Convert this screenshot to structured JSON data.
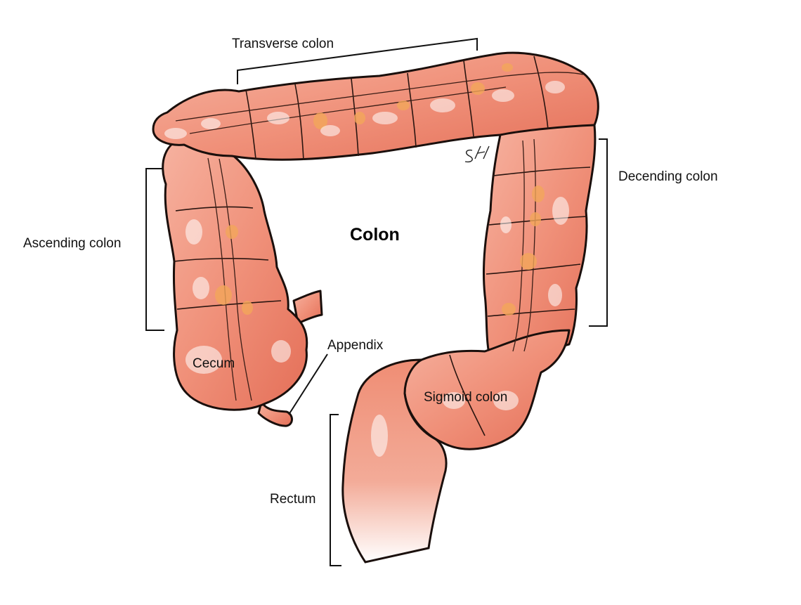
{
  "title": "Colon",
  "labels": {
    "transverse": "Transverse colon",
    "descending": "Decending colon",
    "ascending": "Ascending colon",
    "cecum": "Cecum",
    "appendix": "Appendix",
    "sigmoid": "Sigmoid colon",
    "rectum": "Rectum"
  },
  "colors": {
    "flesh": "#f0917a",
    "flesh_light": "#f8c2b0",
    "flesh_dark": "#e06b55",
    "outline": "#1a0f0c",
    "fat": "#f2a65a"
  }
}
